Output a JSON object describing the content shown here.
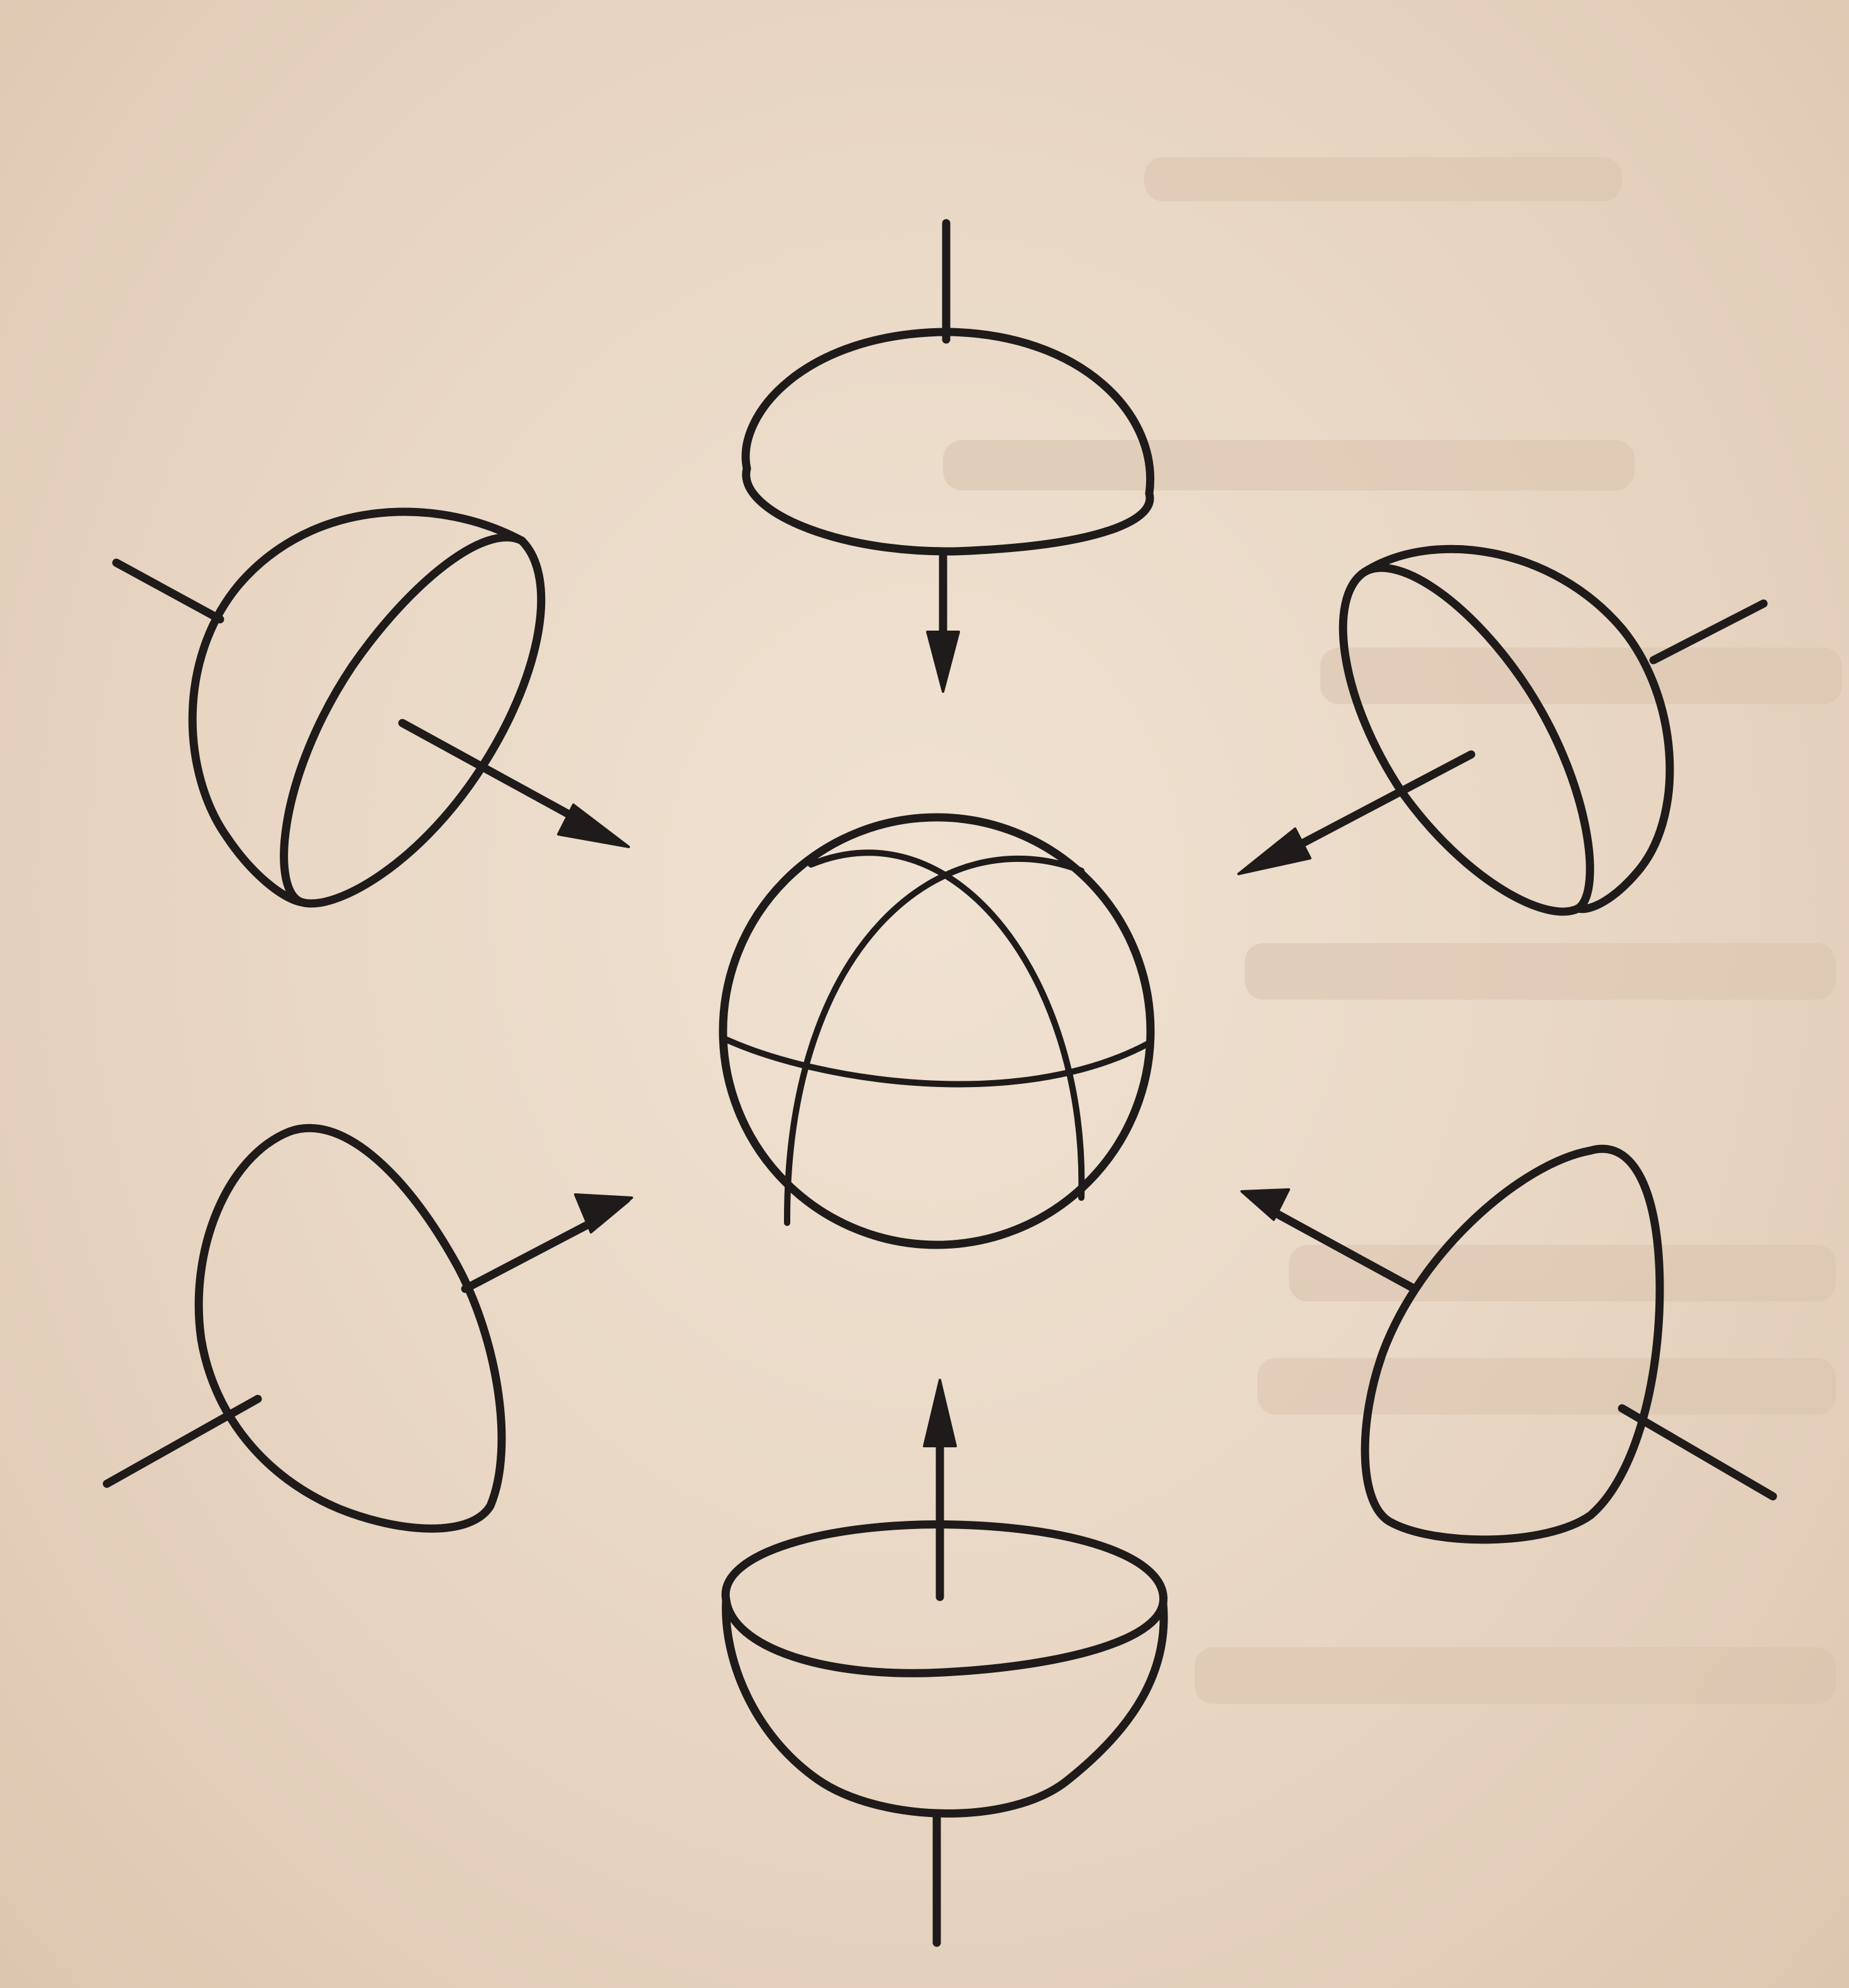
{
  "figure": {
    "background_color": "#e9d8c6",
    "ink_color": "#1e1b1a",
    "components": [
      "center-sphere",
      "top-hemisphere",
      "upper-right-hemisphere",
      "lower-right-hemisphere",
      "bottom-hemisphere",
      "lower-left-hemisphere",
      "upper-left-hemisphere"
    ]
  }
}
